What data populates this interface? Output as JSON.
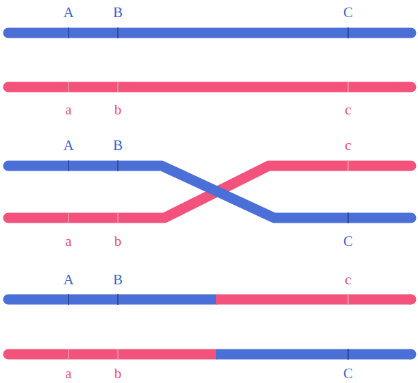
{
  "diagram": {
    "labels": [
      "A",
      "B",
      "C",
      "a",
      "b",
      "c",
      "A",
      "B",
      "c",
      "a",
      "b",
      "C",
      "A",
      "B",
      "c",
      "a",
      "b",
      "C"
    ]
  }
}
